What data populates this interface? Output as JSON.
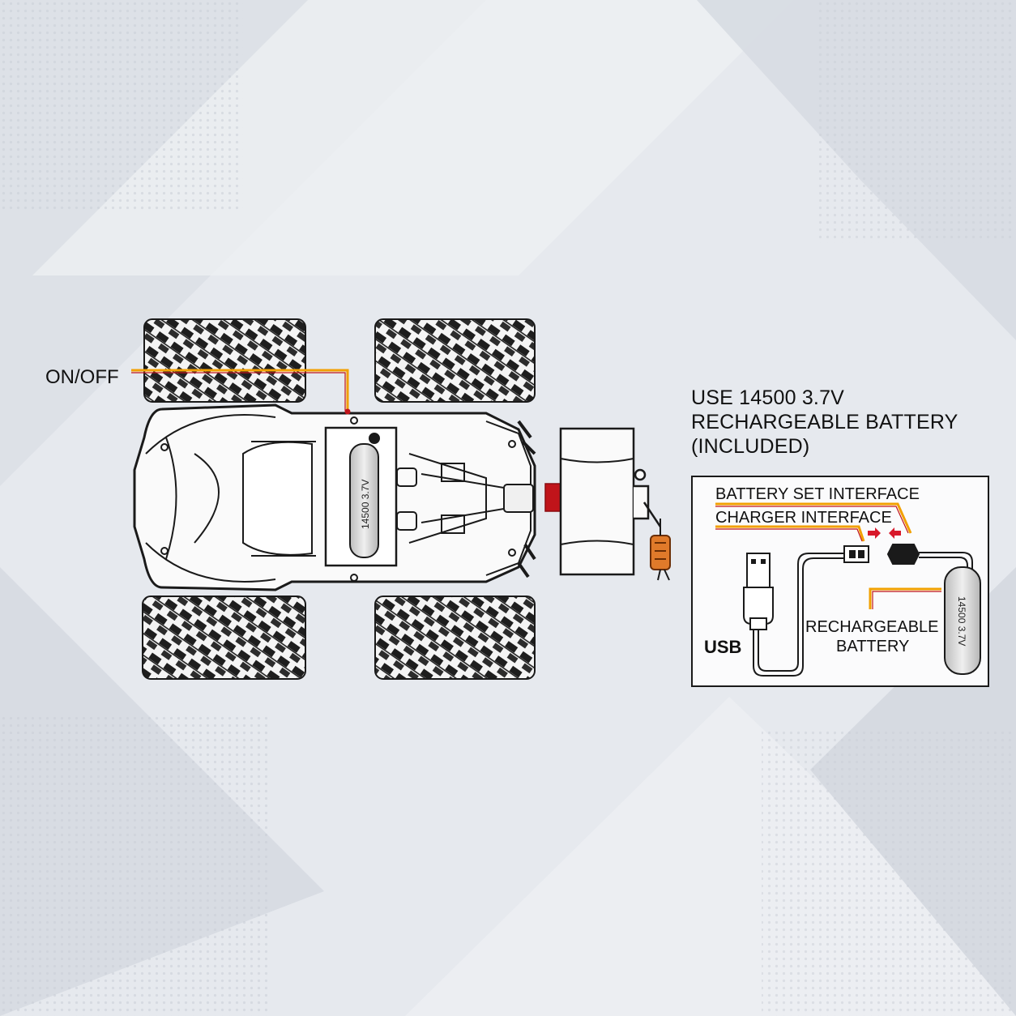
{
  "labels": {
    "on_off": "ON/OFF",
    "battery_heading_line1": "USE 14500 3.7V",
    "battery_heading_line2": "RECHARGEABLE BATTERY",
    "battery_heading_line3": "(INCLUDED)",
    "battery_set_interface": "BATTERY SET INTERFACE",
    "charger_interface": "CHARGER INTERFACE",
    "usb": "USB",
    "rechargeable_line1": "RECHARGEABLE",
    "rechargeable_line2": "BATTERY",
    "car_battery_label": "14500 3.7V",
    "charger_battery_label": "14500 3.7V"
  },
  "colors": {
    "accent_orange": "#f2a000",
    "accent_red": "#c0141a",
    "line": "#1a1a1a",
    "background": "#e4e7ec"
  }
}
